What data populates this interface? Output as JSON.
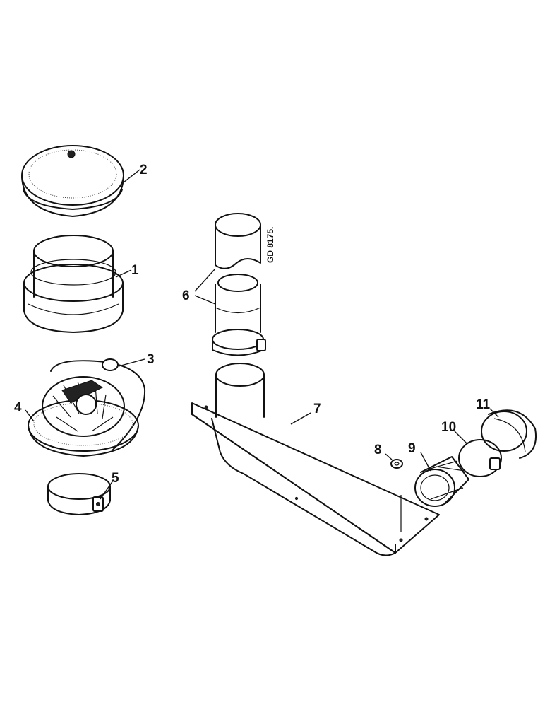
{
  "drawing_ref": "GD 8175.",
  "callouts": [
    "1",
    "2",
    "3",
    "4",
    "5",
    "6",
    "7",
    "8",
    "9",
    "10",
    "11"
  ]
}
